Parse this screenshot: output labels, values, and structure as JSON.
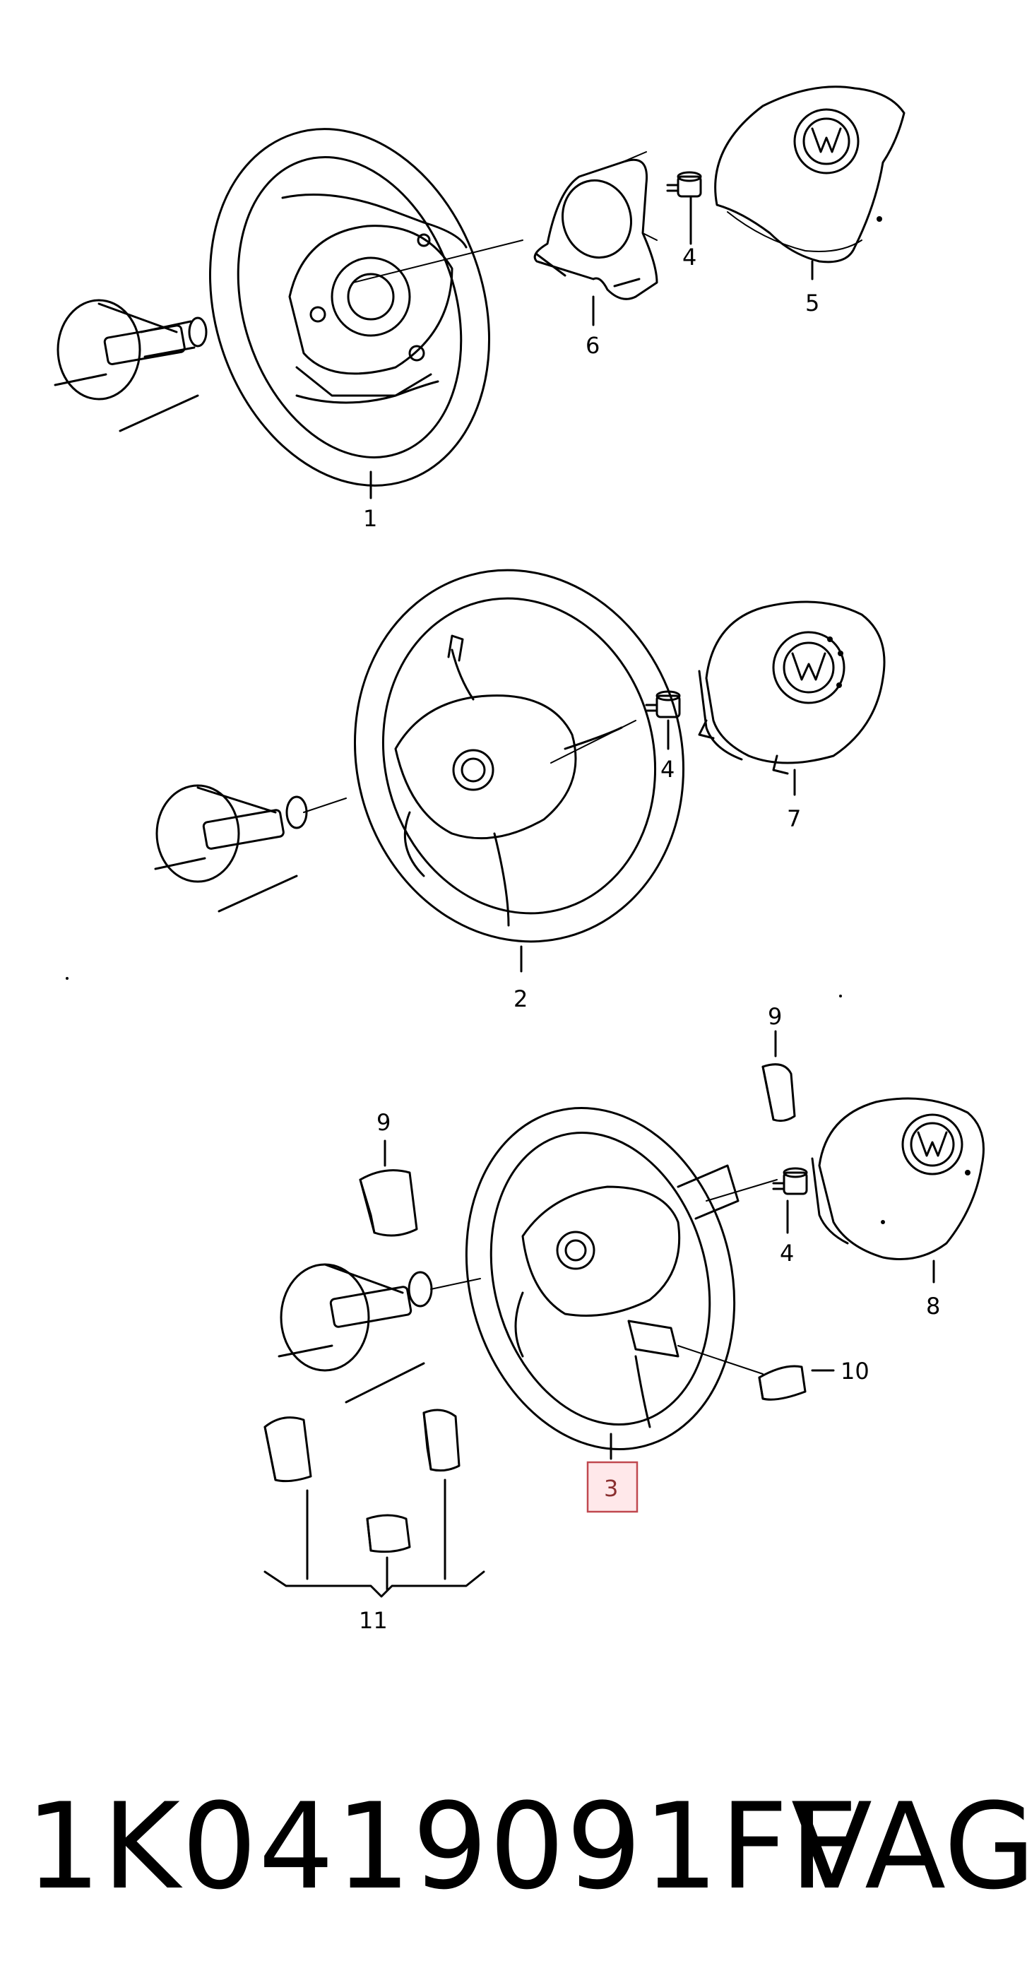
{
  "callouts": {
    "c1": "1",
    "c2": "2",
    "c3": "3",
    "c4a": "4",
    "c4b": "4",
    "c4c": "4",
    "c5": "5",
    "c6": "6",
    "c7": "7",
    "c8": "8",
    "c9a": "9",
    "c9b": "9",
    "c10": "10",
    "c11": "11"
  },
  "footer": {
    "part_number": "1K0419091FF",
    "brand": "VAG"
  },
  "highlight_color": "#c0484f"
}
